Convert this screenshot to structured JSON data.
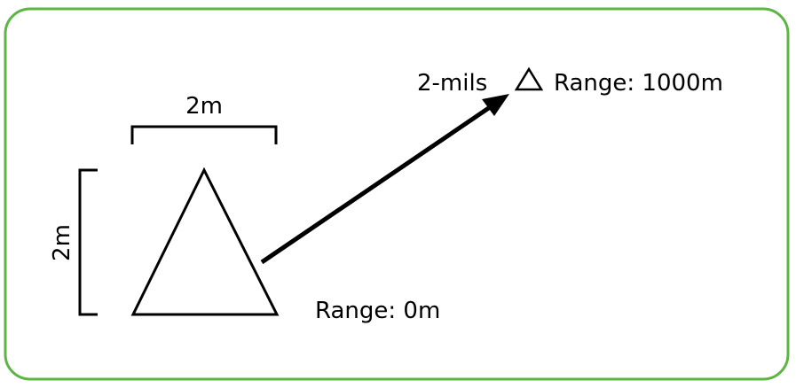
{
  "labels": {
    "width": "2m",
    "height": "2m",
    "near_range": "Range: 0m",
    "mils": "2-mils",
    "far_range": "Range: 1000m"
  },
  "colors": {
    "border": "#5db544",
    "ink": "#000000"
  }
}
